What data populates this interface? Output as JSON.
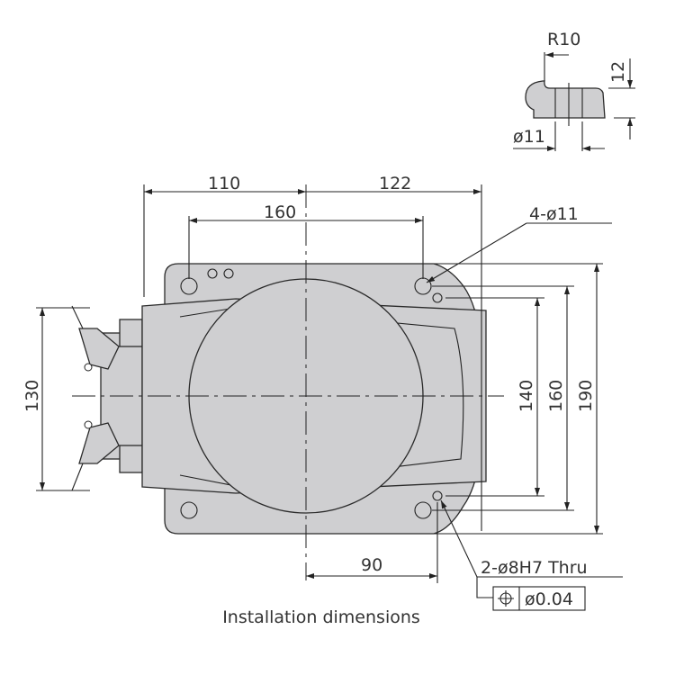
{
  "title": "Installation dimensions",
  "dimensions": {
    "width_left": "110",
    "width_right": "122",
    "hole_spacing_x": "160",
    "hole_spec": "4-ø11",
    "pin_spacing_y": "140",
    "hole_spacing_y": "160",
    "overall_height": "190",
    "connector_height": "130",
    "pin_offset_x": "90",
    "pin_spec": "2-ø8H7 Thru",
    "position_tolerance": "ø0.04"
  },
  "detail": {
    "radius": "R10",
    "thickness": "12",
    "hole_diameter": "ø11"
  },
  "colors": {
    "body": "#cfcfd1",
    "line": "#222222"
  }
}
